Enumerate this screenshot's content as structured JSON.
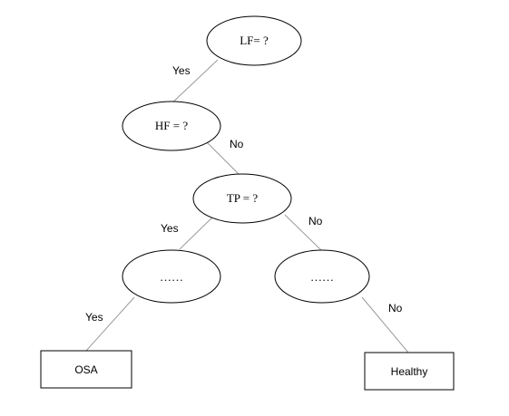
{
  "diagram": {
    "nodes": {
      "lf": {
        "label": "LF= ?"
      },
      "hf": {
        "label": "HF = ?"
      },
      "tp": {
        "label": "TP = ?"
      },
      "left_unknown": {
        "label": "……"
      },
      "right_unknown": {
        "label": "……"
      },
      "osa": {
        "label": "OSA"
      },
      "healthy": {
        "label": "Healthy"
      }
    },
    "edges": {
      "lf_hf": {
        "label": "Yes"
      },
      "hf_tp": {
        "label": "No"
      },
      "tp_left": {
        "label": "Yes"
      },
      "tp_right": {
        "label": "No"
      },
      "left_osa": {
        "label": "Yes"
      },
      "right_healthy": {
        "label": "No"
      }
    },
    "colors": {
      "edge": "#9a9a9a",
      "node_border": "#000000",
      "text": "#000000"
    }
  }
}
